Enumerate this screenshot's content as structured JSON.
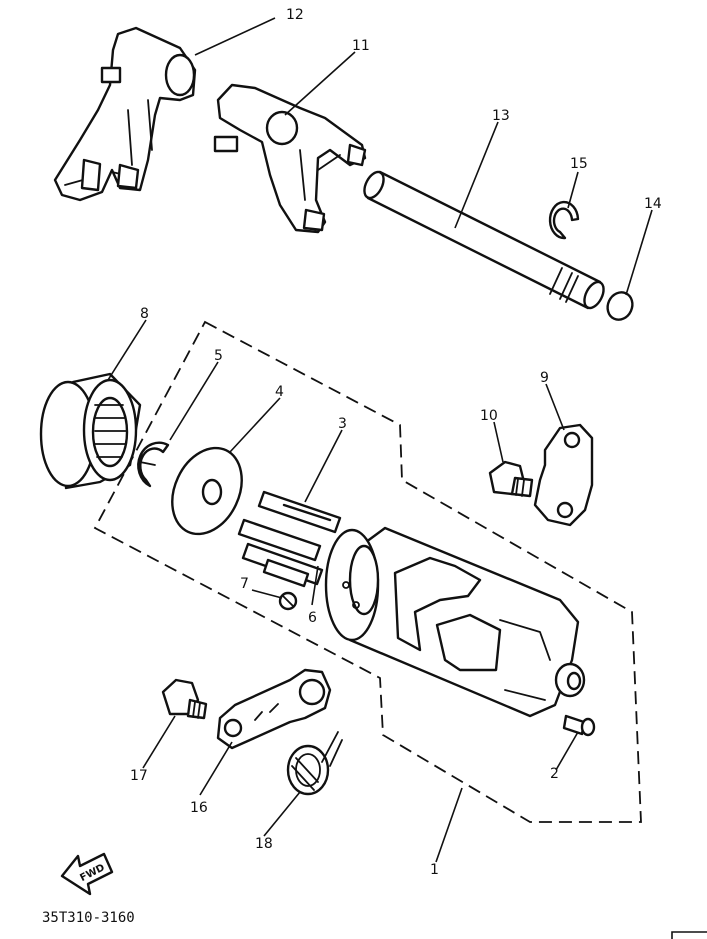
{
  "diagram": {
    "callouts": [
      "1",
      "2",
      "3",
      "4",
      "5",
      "6",
      "7",
      "8",
      "9",
      "10",
      "11",
      "12",
      "13",
      "14",
      "15",
      "16",
      "17",
      "18"
    ],
    "fwd_label": "FWD",
    "part_number": "35T310-3160"
  }
}
